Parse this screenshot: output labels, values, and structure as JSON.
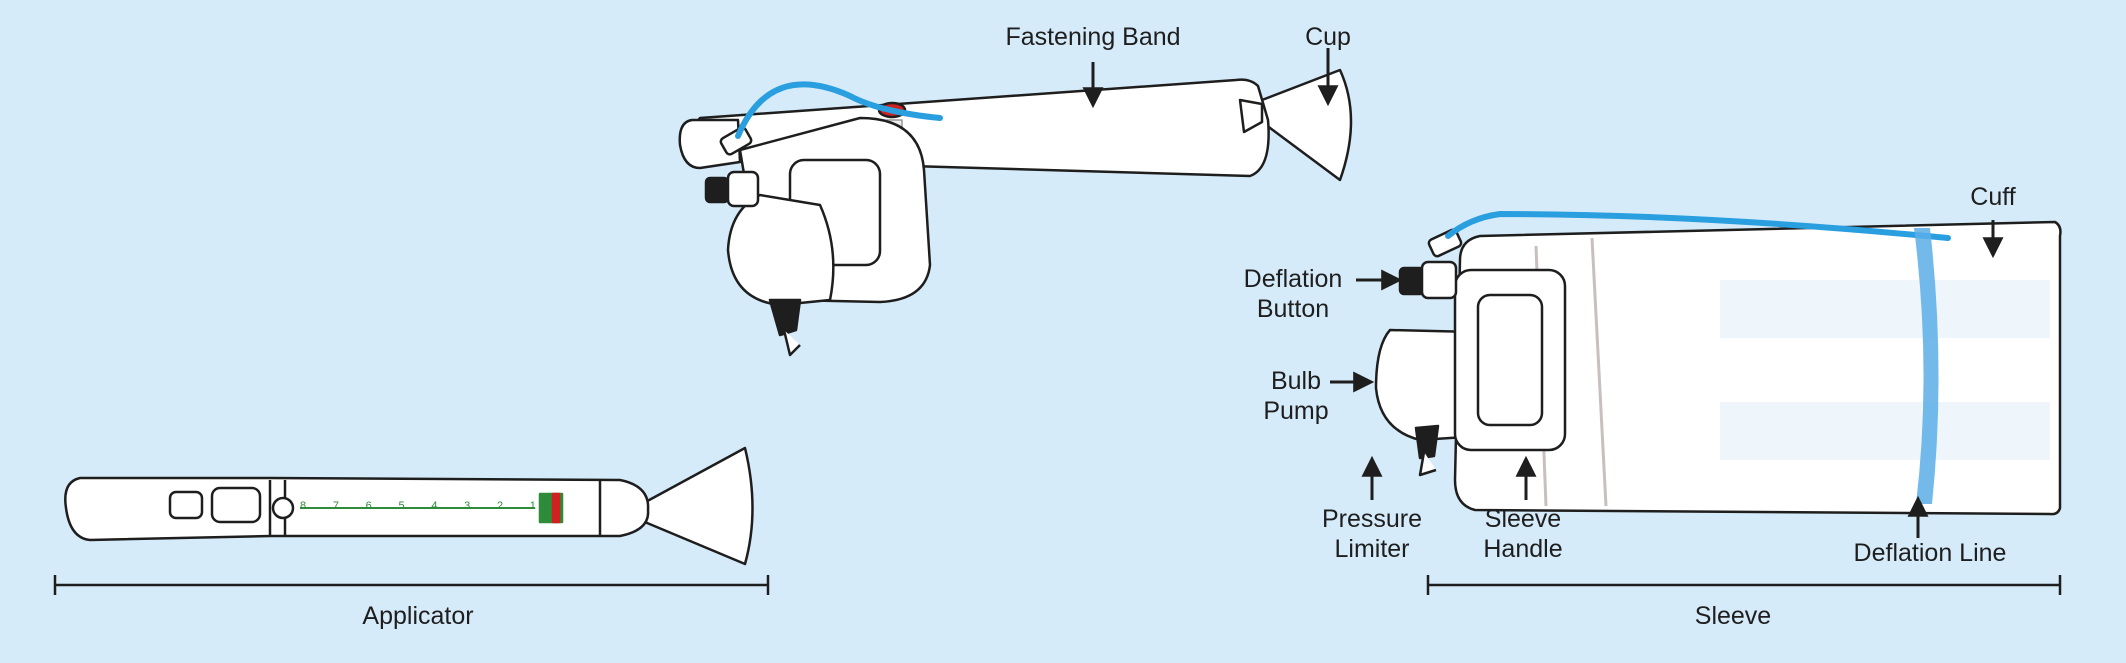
{
  "labels": {
    "fastening_band": "Fastening Band",
    "cup": "Cup",
    "cuff": "Cuff",
    "deflation_button_l1": "Deflation",
    "deflation_button_l2": "Button",
    "bulb_pump_l1": "Bulb",
    "bulb_pump_l2": "Pump",
    "pressure_limiter_l1": "Pressure",
    "pressure_limiter_l2": "Limiter",
    "sleeve_handle_l1": "Sleeve",
    "sleeve_handle_l2": "Handle",
    "deflation_line": "Deflation Line",
    "applicator": "Applicator",
    "sleeve": "Sleeve"
  },
  "scale_numbers": [
    "1",
    "2",
    "3",
    "4",
    "5",
    "6",
    "7",
    "8"
  ],
  "colors": {
    "background": "#d6ebf9",
    "outline": "#1e1e1e",
    "tube": "#2a9fe0",
    "deflation_line": "#5aaee8",
    "scale_green": "#2e8b3a",
    "red_mark": "#d02020"
  }
}
